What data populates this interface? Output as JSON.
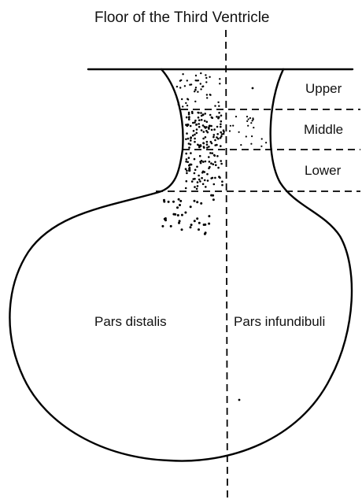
{
  "title": "Floor of the Third Ventricle",
  "zones": {
    "upper": "Upper",
    "middle": "Middle",
    "lower": "Lower"
  },
  "regions": {
    "distalis": "Pars distalis",
    "infundibuli": "Pars infundibuli"
  }
}
